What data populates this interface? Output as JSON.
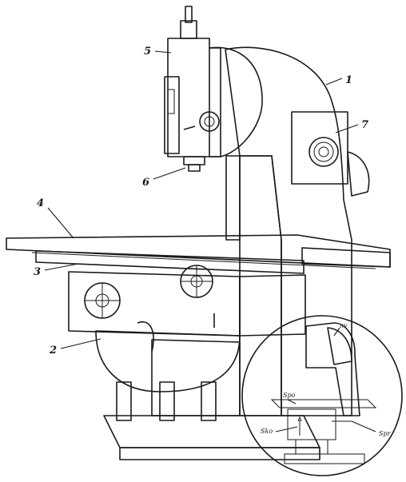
{
  "diagram": {
    "part_labels": [
      {
        "id": "1",
        "text": "1"
      },
      {
        "id": "2",
        "text": "2"
      },
      {
        "id": "3",
        "text": "3"
      },
      {
        "id": "4",
        "text": "4"
      },
      {
        "id": "5",
        "text": "5"
      },
      {
        "id": "6",
        "text": "6"
      },
      {
        "id": "7",
        "text": "7"
      }
    ],
    "inset_labels": {
      "spindle_speed": "nv",
      "longitudinal_feed": "Spo",
      "cross_feed": "Spr",
      "vertical_feed": "Sko"
    }
  },
  "colors": {
    "ink": "#1a1a1a",
    "shade": "#8a8a8a",
    "paper": "#ffffff"
  }
}
